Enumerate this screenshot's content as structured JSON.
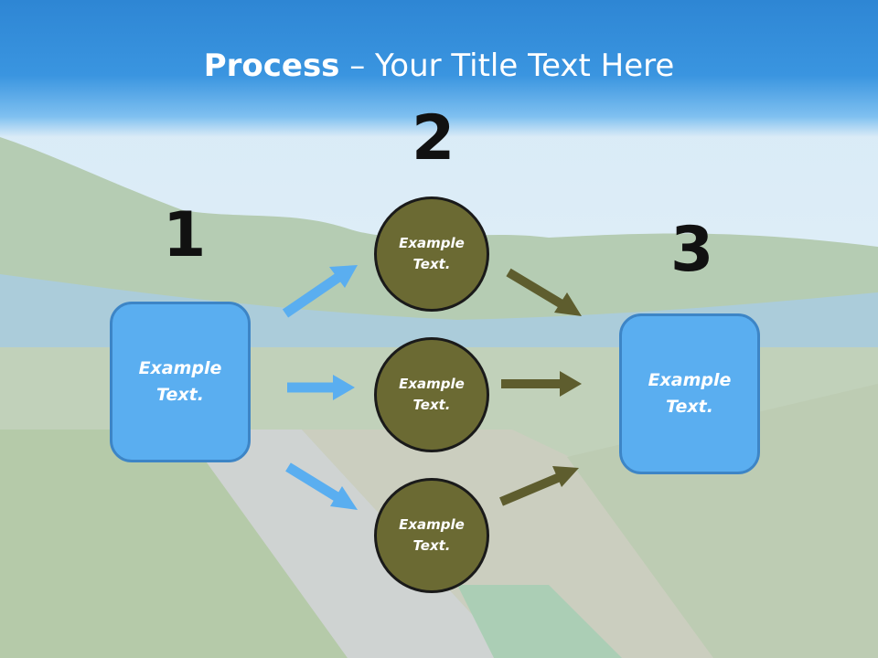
{
  "title": {
    "bold": "Process",
    "rest": " – Your Title Text Here"
  },
  "steps": [
    {
      "number": "1",
      "text": "Example Text."
    },
    {
      "number": "2",
      "text": "Example Text."
    },
    {
      "number": "3",
      "text": "Example Text."
    }
  ],
  "circles": [
    {
      "text": "Example Text."
    },
    {
      "text": "Example Text."
    },
    {
      "text": "Example Text."
    }
  ],
  "colors": {
    "box": "#5aaef0",
    "circle": "#6b6a33",
    "blue_arrow": "#5aaef0",
    "olive_arrow": "#5e5d2e"
  }
}
